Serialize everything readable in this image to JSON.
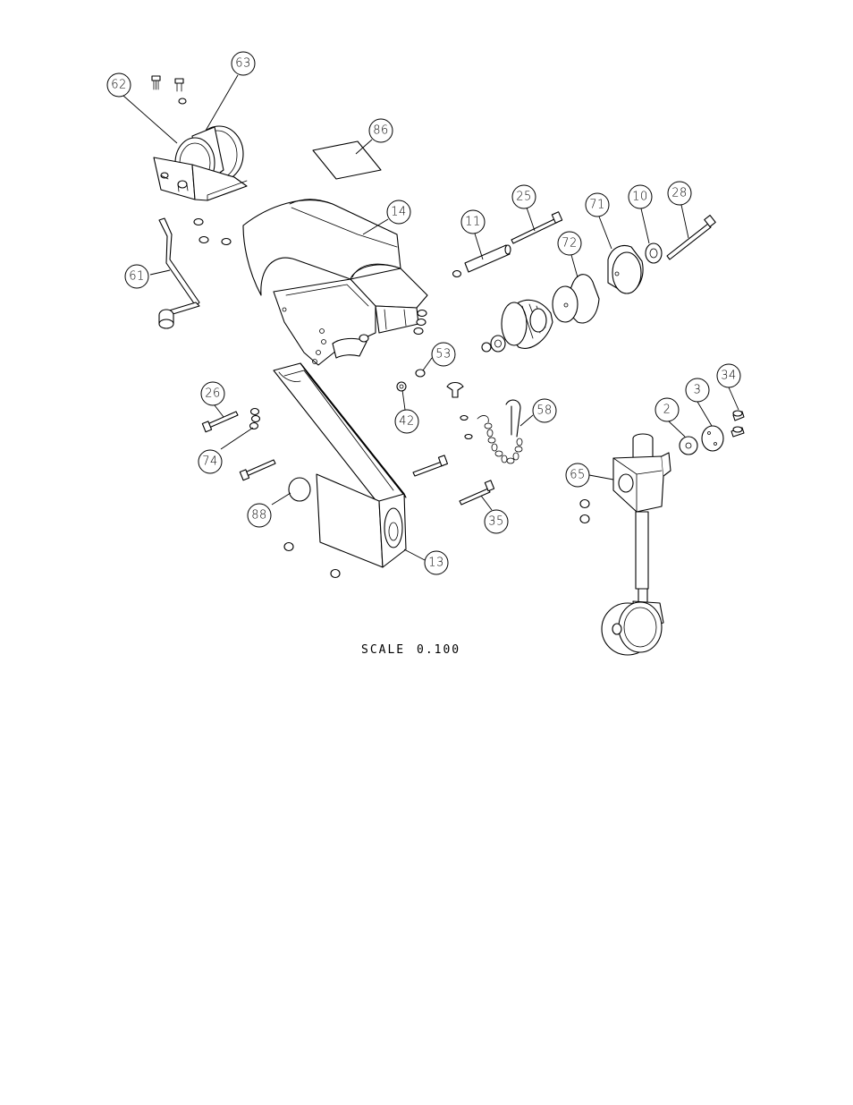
{
  "drawing": {
    "scale_label": "SCALE",
    "scale_value": "0.100"
  },
  "balloons": {
    "b62": "62",
    "b63": "63",
    "b86": "86",
    "b14": "14",
    "b61": "61",
    "b11": "11",
    "b25": "25",
    "b71": "71",
    "b10": "10",
    "b28": "28",
    "b72": "72",
    "b53": "53",
    "b42": "42",
    "b26": "26",
    "b74": "74",
    "b58": "58",
    "b34": "34",
    "b3": "3",
    "b2": "2",
    "b65": "65",
    "b88": "88",
    "b35": "35",
    "b13": "13"
  }
}
